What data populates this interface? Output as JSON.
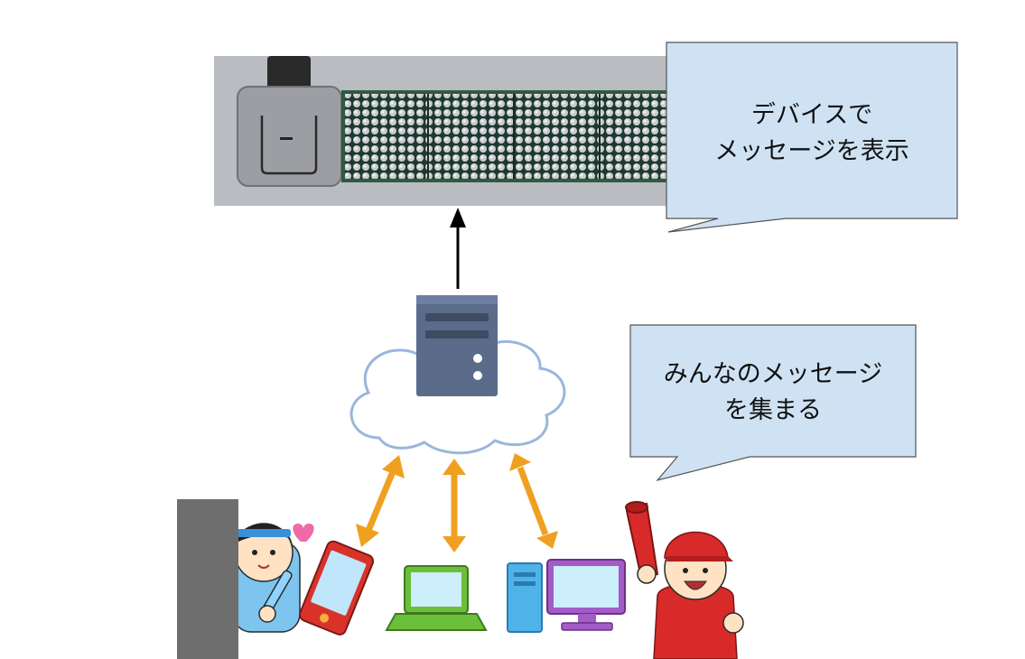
{
  "callouts": {
    "device_line1": "デバイスで",
    "device_line2": "メッセージを表示",
    "collect_line1": "みんなのメッセージ",
    "collect_line2": "を集まる"
  },
  "colors": {
    "callout_fill": "#cfe2f3",
    "callout_stroke": "#555555",
    "arrow_black": "#000000",
    "arrow_orange": "#f0a020",
    "cloud_stroke": "#9ab6dc",
    "server_body": "#5b6b8a",
    "smartphone": "#d9322a",
    "laptop": "#6bbf3a",
    "desktop_tower": "#4fb3e8",
    "desktop_monitor": "#a35cc7",
    "fan_blue": "#3a8fd9",
    "fan_red": "#d92a2a",
    "heart": "#f06aa8"
  },
  "icons": {
    "led_device": "led-matrix-device-photo",
    "server": "server-icon",
    "cloud": "cloud-icon",
    "smartphone": "smartphone-icon",
    "laptop": "laptop-icon",
    "desktop": "desktop-computer-icon",
    "fan_left": "fan-with-glowstick-illustration",
    "fan_right": "fan-with-megaphone-illustration",
    "heart": "heart-icon"
  }
}
